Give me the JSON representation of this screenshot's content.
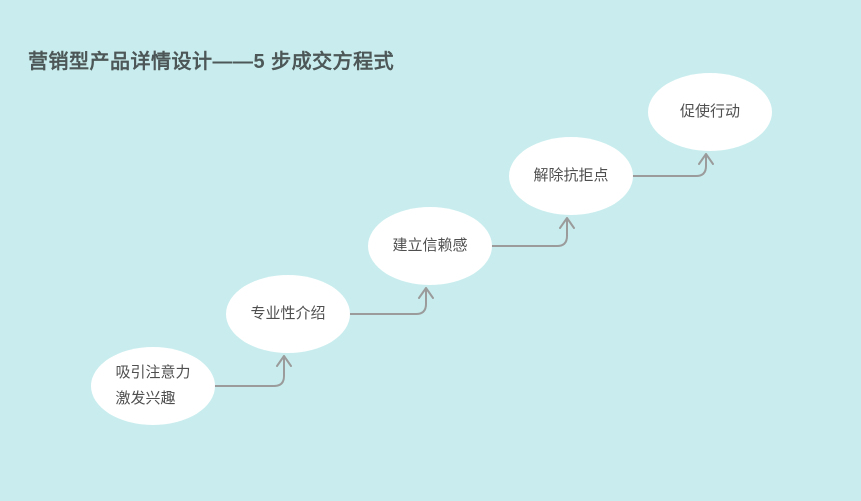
{
  "page": {
    "title": "营销型产品详情设计——5 步成交方程式",
    "background_color": "#c9edee",
    "title_color": "#4d5757"
  },
  "diagram": {
    "node_fill_color": "#ffffff",
    "node_text_color": "#4f4f4f",
    "arrow_color": "#9b9b9b",
    "steps": [
      {
        "label": "吸引注意力\n激发兴趣"
      },
      {
        "label": "专业性介绍"
      },
      {
        "label": "建立信赖感"
      },
      {
        "label": "解除抗拒点"
      },
      {
        "label": "促使行动"
      }
    ]
  }
}
